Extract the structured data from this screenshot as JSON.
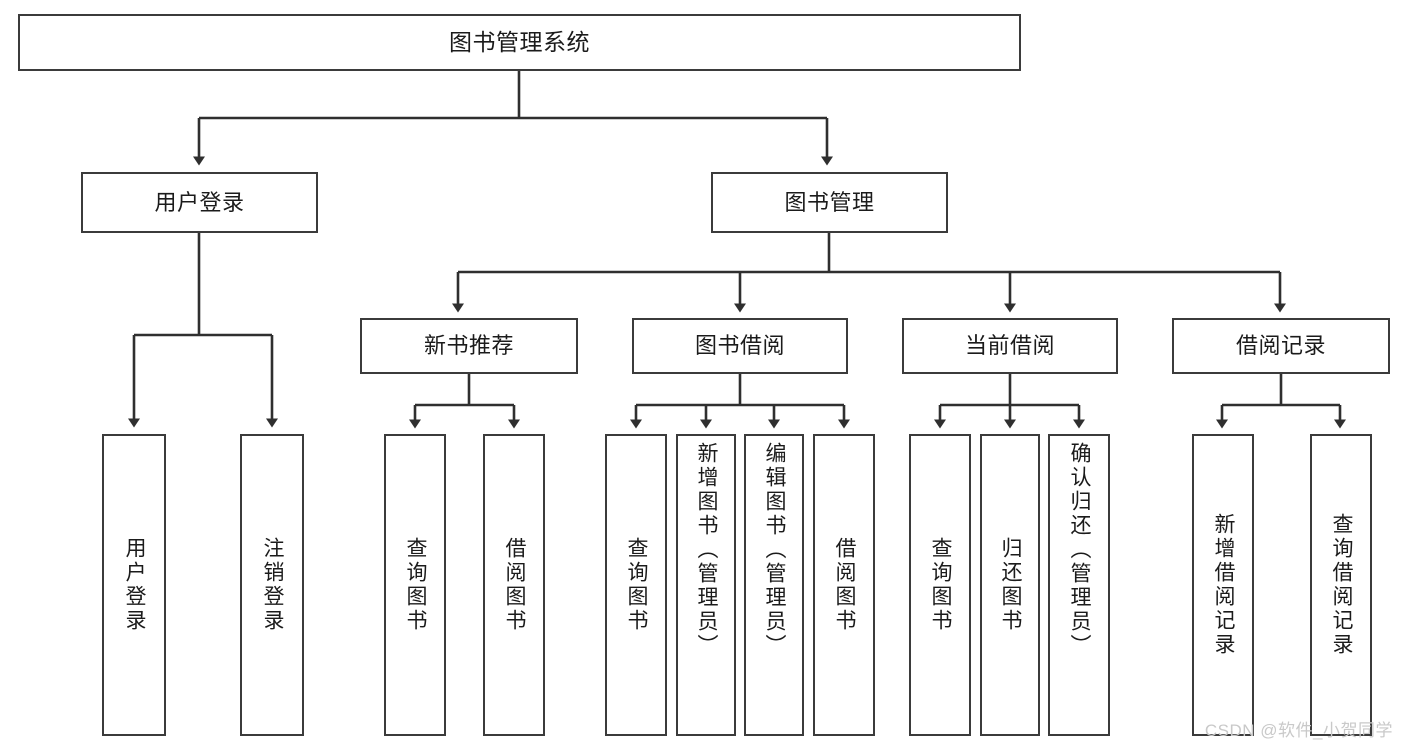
{
  "diagram": {
    "title": "图书管理系统",
    "type": "hierarchy-tree",
    "colors": {
      "box_border": "#3b3b3b",
      "box_fill": "#ffffff",
      "connector": "#2f2f2f",
      "text": "#1b1b1b",
      "watermark": "#c9c9c9"
    },
    "root": {
      "label": "图书管理系统"
    },
    "level1": [
      {
        "id": "user-login",
        "label": "用户登录"
      },
      {
        "id": "book-management",
        "label": "图书管理"
      }
    ],
    "level2": [
      {
        "id": "new-book-recommend",
        "label": "新书推荐",
        "parent": "book-management"
      },
      {
        "id": "book-borrow",
        "label": "图书借阅",
        "parent": "book-management"
      },
      {
        "id": "current-borrow",
        "label": "当前借阅",
        "parent": "book-management"
      },
      {
        "id": "borrow-record",
        "label": "借阅记录",
        "parent": "book-management"
      }
    ],
    "leaves": [
      {
        "id": "leaf-user-login",
        "label": "用户登录",
        "parent": "user-login"
      },
      {
        "id": "leaf-logout-login",
        "label": "注销登录",
        "parent": "user-login"
      },
      {
        "id": "leaf-query-book-1",
        "label": "查询图书",
        "parent": "new-book-recommend"
      },
      {
        "id": "leaf-borrow-book-1",
        "label": "借阅图书",
        "parent": "new-book-recommend"
      },
      {
        "id": "leaf-query-book-2",
        "label": "查询图书",
        "parent": "book-borrow"
      },
      {
        "id": "leaf-add-book",
        "label": "新增图书（管理员）",
        "parent": "book-borrow"
      },
      {
        "id": "leaf-edit-book",
        "label": "编辑图书（管理员）",
        "parent": "book-borrow"
      },
      {
        "id": "leaf-borrow-book-2",
        "label": "借阅图书",
        "parent": "book-borrow"
      },
      {
        "id": "leaf-query-book-3",
        "label": "查询图书",
        "parent": "current-borrow"
      },
      {
        "id": "leaf-return-book",
        "label": "归还图书",
        "parent": "current-borrow"
      },
      {
        "id": "leaf-confirm-return",
        "label": "确认归还（管理员）",
        "parent": "current-borrow"
      },
      {
        "id": "leaf-add-record",
        "label": "新增借阅记录",
        "parent": "borrow-record"
      },
      {
        "id": "leaf-query-record",
        "label": "查询借阅记录",
        "parent": "borrow-record"
      }
    ],
    "watermark": "CSDN @软件_小贺同学"
  }
}
